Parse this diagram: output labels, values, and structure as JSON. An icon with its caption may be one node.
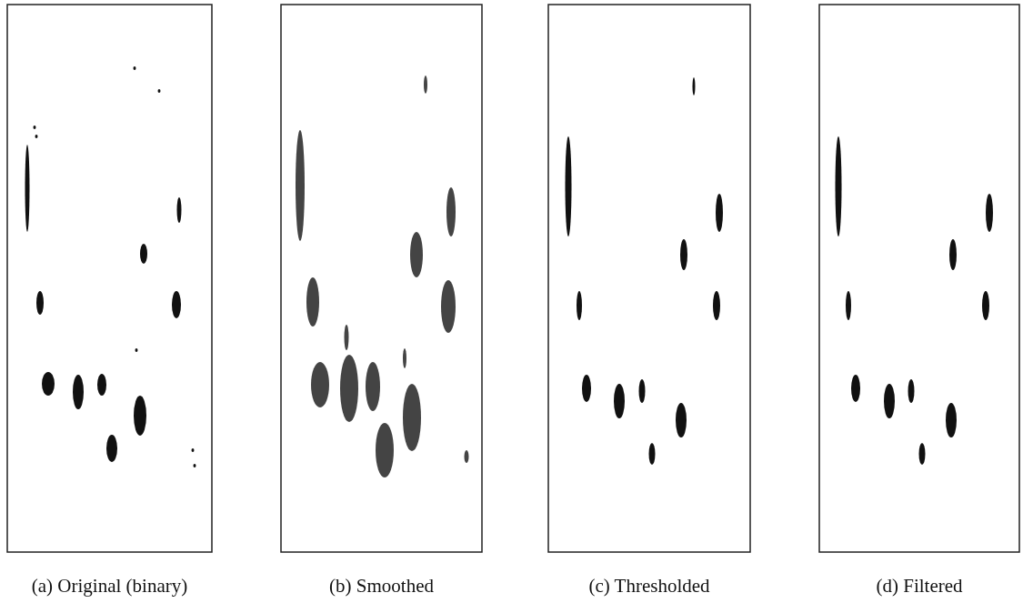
{
  "diagram": {
    "labels": [
      "(a) Original (binary)",
      "(b) Smoothed",
      "(c) Thresholded",
      "(d) Filtered"
    ]
  }
}
